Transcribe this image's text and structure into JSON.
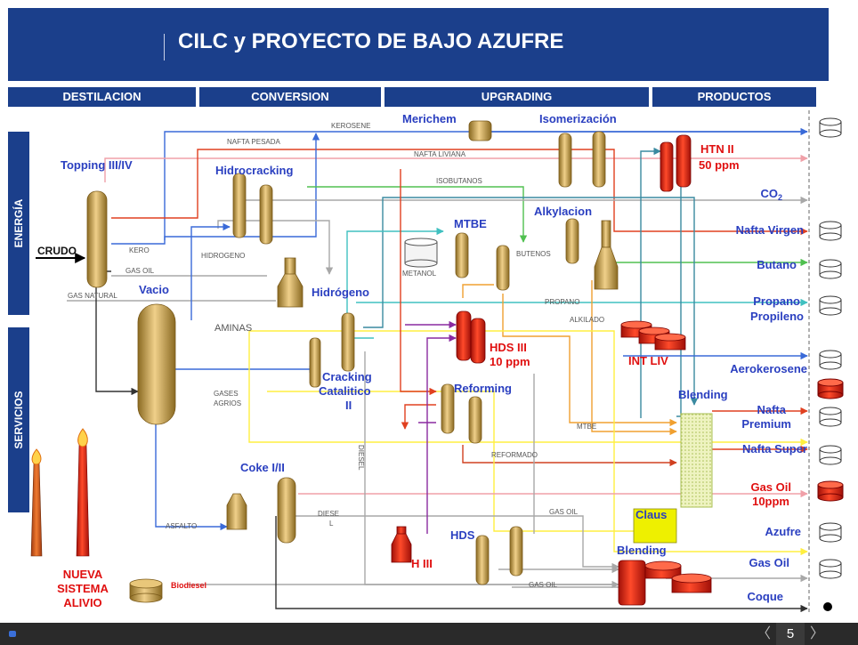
{
  "header": {
    "title": "CILC y PROYECTO DE BAJO AZUFRE"
  },
  "sections": {
    "destilacion": "DESTILACION",
    "conversion": "CONVERSION",
    "upgrading": "UPGRADING",
    "productos": "PRODUCTOS"
  },
  "side": {
    "energia": "ENERGÍA",
    "servicios": "SERVICIOS"
  },
  "units": {
    "topping": "Topping III/IV",
    "crudo": "CRUDO",
    "vacio": "Vacio",
    "hidrocracking": "Hidrocracking",
    "hidrogeno": "Hidrógeno",
    "cracking_1": "Cracking",
    "cracking_2": "Catalitico",
    "cracking_3": "II",
    "coke": "Coke I/II",
    "merichem": "Merichem",
    "isomerizacion": "Isomerización",
    "htn_1": "HTN II",
    "htn_2": "50 ppm",
    "mtbe": "MTBE",
    "alkylacion": "Alkylacion",
    "hds3_1": "HDS III",
    "hds3_2": "10 ppm",
    "int_liv": "INT LIV",
    "reforming": "Reforming",
    "blending_1": "Blending",
    "claus": "Claus",
    "hds": "HDS",
    "h3": "H III",
    "blending_2": "Blending",
    "nueva_1": "NUEVA",
    "nueva_2": "SISTEMA",
    "nueva_3": "ALIVIO",
    "biodiesel": "Biodiesel"
  },
  "streams": {
    "kerosene": "KEROSENE",
    "nafta_pesada": "NAFTA PESADA",
    "nafta_liviana": "NAFTA LIVIANA",
    "isobutanos": "ISOBUTANOS",
    "kero": "KERO",
    "hidrogeno": "HIDROGENO",
    "gas_oil": "GAS OIL",
    "gas_natural": "GAS  NATURAL",
    "metanol": "METANOL",
    "butenos": "BUTENOS",
    "propano": "PROPANO",
    "alkilado": "ALKILADO",
    "aminas": "AMINAS",
    "gases_1": "GASES",
    "gases_2": "AGRIOS",
    "mtbe": "MTBE",
    "reformado": "REFORMADO",
    "asfalto": "ASFALTO",
    "diesel_v": "DIESEL",
    "diese_1": "DIESE",
    "diese_2": "L",
    "gas_oil_2": "GAS OIL",
    "gas_oil_3": "GAS OIL"
  },
  "products": {
    "co2": "CO",
    "co2_sub": "2",
    "nafta_virgen": "Nafta Virgen",
    "butano": "Butano",
    "propano": "Propano",
    "propileno": "Propileno",
    "aerokerosene": "Aerokerosene",
    "nafta_premium_1": "Nafta",
    "nafta_premium_2": "Premium",
    "nafta_super": "Nafta Super",
    "gas_oil_10_1": "Gas Oil",
    "gas_oil_10_2": "10ppm",
    "azufre": "Azufre",
    "gas_oil": "Gas Oil",
    "coque": "Coque"
  },
  "footer": {
    "page": "5",
    "prev": "〈",
    "next": "〉"
  },
  "colors": {
    "navy": "#1b3f8b",
    "unit_fill": "#c9a04a",
    "new_unit_red": "#e02010",
    "product_blue": "#2a3fc0",
    "highlight_red": "#e01010"
  }
}
